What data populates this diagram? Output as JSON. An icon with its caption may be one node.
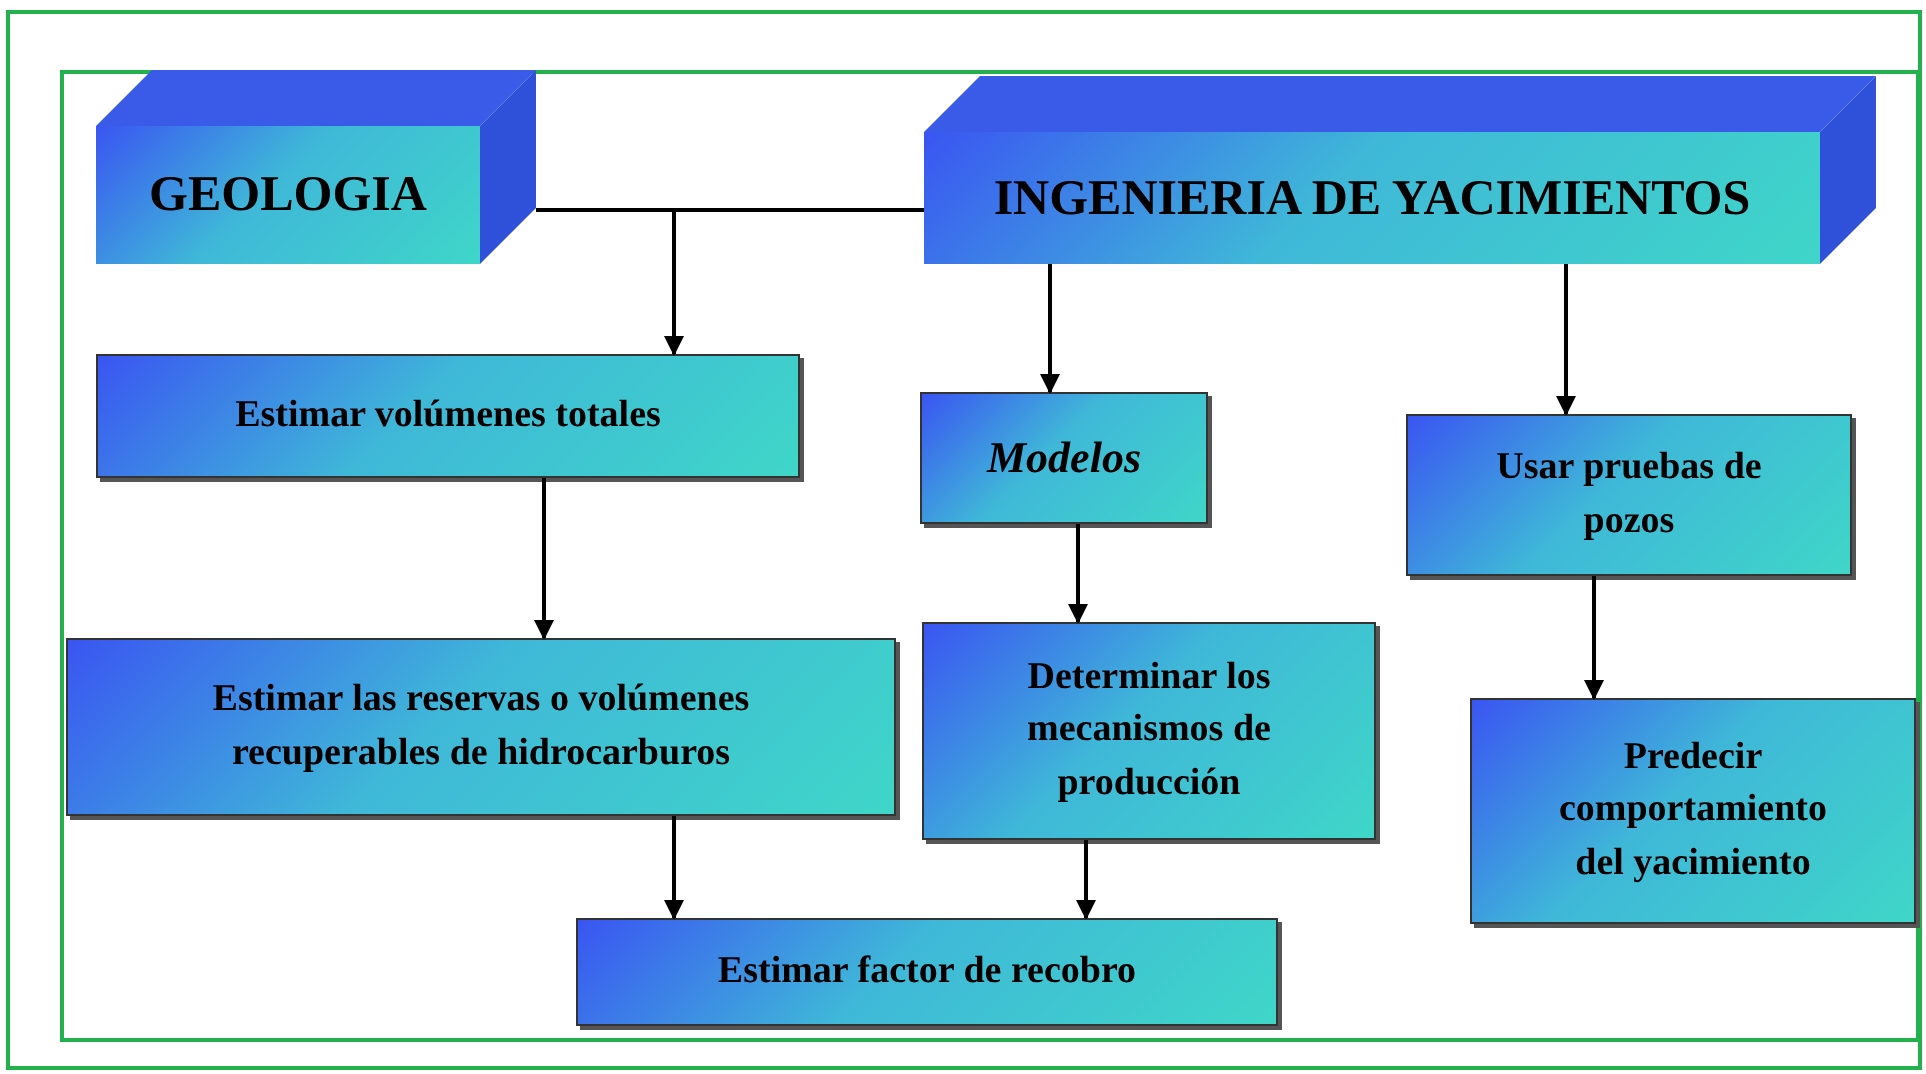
{
  "diagram": {
    "nodes": [
      {
        "text": [
          "GEOLOGIA"
        ]
      },
      {
        "text": [
          "INGENIERIA DE YACIMIENTOS"
        ]
      },
      {
        "text": [
          "Estimar volúmenes totales"
        ]
      },
      {
        "text": [
          "Modelos"
        ]
      },
      {
        "text": [
          "Usar pruebas de pozos"
        ]
      },
      {
        "text": [
          "Estimar las reservas o volúmenes recuperables de hidrocarburos"
        ]
      },
      {
        "text": [
          "Determinar los mecanismos de producción"
        ]
      },
      {
        "text": [
          "Predecir comportamiento del yacimiento"
        ]
      },
      {
        "text": [
          "Estimar factor de recobro"
        ]
      }
    ],
    "edges": [
      {
        "from": 0,
        "to": 1,
        "arrow": "none"
      },
      {
        "from": 0,
        "to": 2,
        "arrow": "to"
      },
      {
        "from": 1,
        "to": 3,
        "arrow": "to"
      },
      {
        "from": 1,
        "to": 4,
        "arrow": "to"
      },
      {
        "from": 2,
        "to": 5,
        "arrow": "to"
      },
      {
        "from": 3,
        "to": 6,
        "arrow": "to"
      },
      {
        "from": 4,
        "to": 7,
        "arrow": "to"
      },
      {
        "from": 5,
        "to": 8,
        "arrow": "to"
      },
      {
        "from": 6,
        "to": 8,
        "arrow": "to"
      }
    ]
  }
}
